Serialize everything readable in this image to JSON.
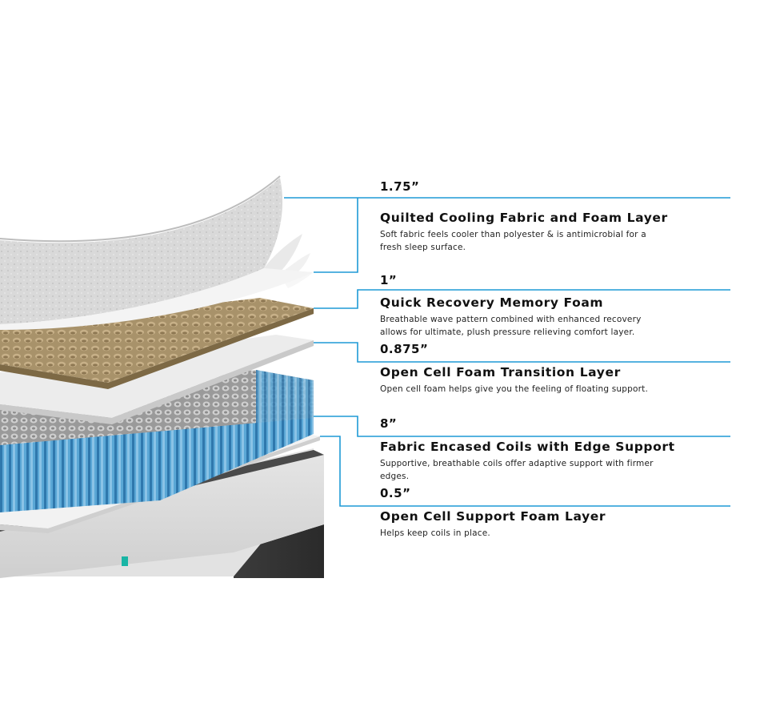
{
  "accent_color": "#1e9ad6",
  "layers": [
    {
      "thickness": "1.75”",
      "title": "Quilted Cooling Fabric and Foam Layer",
      "description": "Soft fabric feels cooler than polyester & is antimicrobial for a fresh sleep surface."
    },
    {
      "thickness": "1”",
      "title": "Quick Recovery Memory Foam",
      "description": "Breathable wave pattern combined with enhanced recovery allows for ultimate, plush pressure relieving comfort layer."
    },
    {
      "thickness": "0.875”",
      "title": "Open Cell Foam Transition Layer",
      "description": "Open cell foam helps give you the feeling of floating support."
    },
    {
      "thickness": "8”",
      "title": "Fabric Encased Coils with Edge Support",
      "description": "Supportive, breathable coils offer adaptive support with firmer edges."
    },
    {
      "thickness": "0.5”",
      "title": "Open Cell Support Foam Layer",
      "description": "Helps keep coils in place."
    }
  ]
}
